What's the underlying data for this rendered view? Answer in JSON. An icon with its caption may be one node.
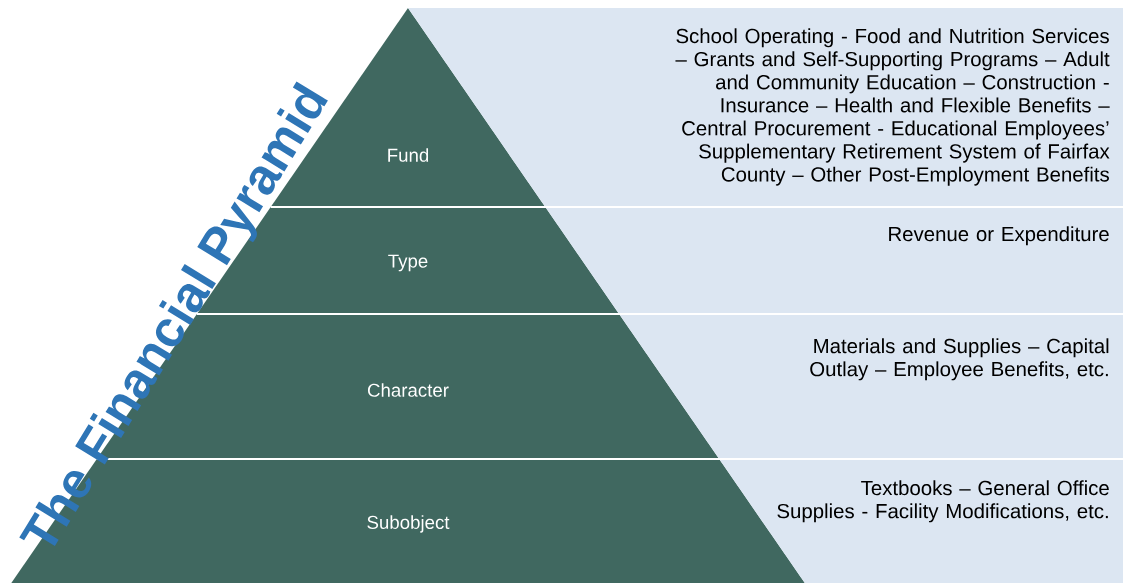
{
  "diagram": {
    "title": "The Financial Pyramid",
    "nodes": [
      {
        "text": [
          "Fund"
        ]
      },
      {
        "text": [
          "School Operating - Food and Nutrition Services – Grants and Self-Supporting Programs – Adult and Community Education – Construction - Insurance – Health and Flexible Benefits – Central Procurement - Educational Employees’ Supplementary Retirement System of Fairfax County – Other Post-Employment Benefits"
        ]
      },
      {
        "text": [
          "Type"
        ]
      },
      {
        "text": [
          "Revenue or Expenditure"
        ]
      },
      {
        "text": [
          "Character"
        ]
      },
      {
        "text": [
          "Materials and Supplies – Capital Outlay – Employee Benefits, etc."
        ]
      },
      {
        "text": [
          "Subobject"
        ]
      },
      {
        "text": [
          "Textbooks – General Office Supplies - Facility Modifications, etc."
        ]
      }
    ]
  }
}
